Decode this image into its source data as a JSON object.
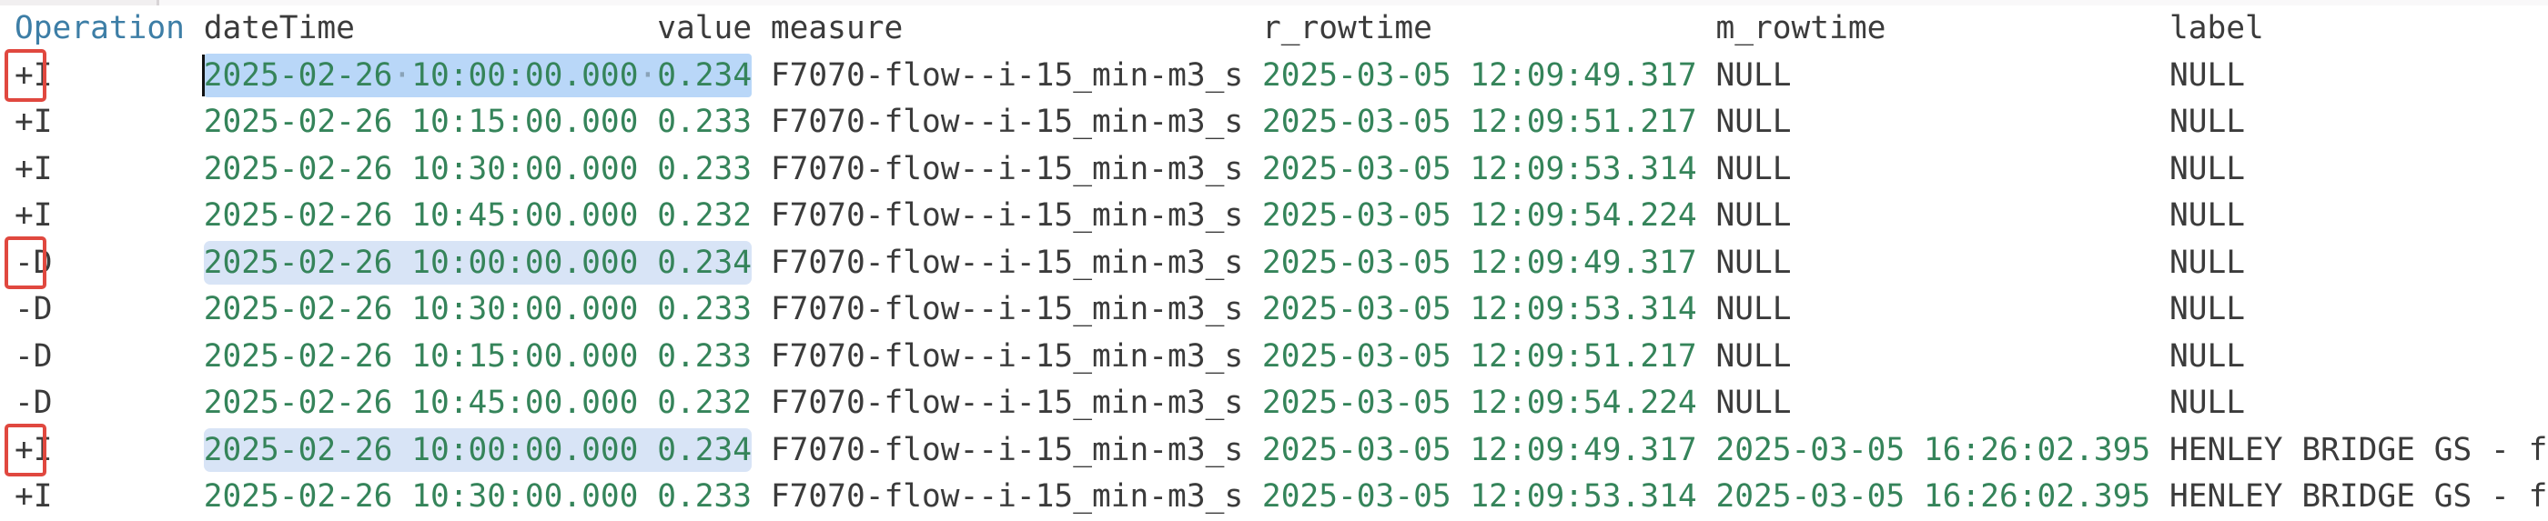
{
  "colors": {
    "accent_header": "#3d7ea6",
    "text": "#3b3b3b",
    "value_green": "#35845a",
    "selection_bg": "#b9d7f8",
    "occurrence_bg": "#d8e4f6",
    "annotation_red": "#e0483f",
    "whitespace_dot": "#8aa3b8"
  },
  "table": {
    "headers": [
      "Operation",
      "dateTime",
      "value",
      "measure",
      "r_rowtime",
      "m_rowtime",
      "label"
    ],
    "rows": [
      {
        "op": "+I",
        "boxed": true,
        "highlight": "selection",
        "dateTime": "2025-02-26 10:00:00.000",
        "value": "0.234",
        "measure": "F7070-flow--i-15_min-m3_s",
        "r_rowtime": "2025-03-05 12:09:49.317",
        "m_rowtime": "NULL",
        "label": "NULL"
      },
      {
        "op": "+I",
        "boxed": false,
        "highlight": "none",
        "dateTime": "2025-02-26 10:15:00.000",
        "value": "0.233",
        "measure": "F7070-flow--i-15_min-m3_s",
        "r_rowtime": "2025-03-05 12:09:51.217",
        "m_rowtime": "NULL",
        "label": "NULL"
      },
      {
        "op": "+I",
        "boxed": false,
        "highlight": "none",
        "dateTime": "2025-02-26 10:30:00.000",
        "value": "0.233",
        "measure": "F7070-flow--i-15_min-m3_s",
        "r_rowtime": "2025-03-05 12:09:53.314",
        "m_rowtime": "NULL",
        "label": "NULL"
      },
      {
        "op": "+I",
        "boxed": false,
        "highlight": "none",
        "dateTime": "2025-02-26 10:45:00.000",
        "value": "0.232",
        "measure": "F7070-flow--i-15_min-m3_s",
        "r_rowtime": "2025-03-05 12:09:54.224",
        "m_rowtime": "NULL",
        "label": "NULL"
      },
      {
        "op": "-D",
        "boxed": true,
        "highlight": "occurrence",
        "dateTime": "2025-02-26 10:00:00.000",
        "value": "0.234",
        "measure": "F7070-flow--i-15_min-m3_s",
        "r_rowtime": "2025-03-05 12:09:49.317",
        "m_rowtime": "NULL",
        "label": "NULL"
      },
      {
        "op": "-D",
        "boxed": false,
        "highlight": "none",
        "dateTime": "2025-02-26 10:30:00.000",
        "value": "0.233",
        "measure": "F7070-flow--i-15_min-m3_s",
        "r_rowtime": "2025-03-05 12:09:53.314",
        "m_rowtime": "NULL",
        "label": "NULL"
      },
      {
        "op": "-D",
        "boxed": false,
        "highlight": "none",
        "dateTime": "2025-02-26 10:15:00.000",
        "value": "0.233",
        "measure": "F7070-flow--i-15_min-m3_s",
        "r_rowtime": "2025-03-05 12:09:51.217",
        "m_rowtime": "NULL",
        "label": "NULL"
      },
      {
        "op": "-D",
        "boxed": false,
        "highlight": "none",
        "dateTime": "2025-02-26 10:45:00.000",
        "value": "0.232",
        "measure": "F7070-flow--i-15_min-m3_s",
        "r_rowtime": "2025-03-05 12:09:54.224",
        "m_rowtime": "NULL",
        "label": "NULL"
      },
      {
        "op": "+I",
        "boxed": true,
        "highlight": "occurrence",
        "dateTime": "2025-02-26 10:00:00.000",
        "value": "0.234",
        "measure": "F7070-flow--i-15_min-m3_s",
        "r_rowtime": "2025-03-05 12:09:49.317",
        "m_rowtime": "2025-03-05 16:26:02.395",
        "label": "HENLEY BRIDGE GS - f"
      },
      {
        "op": "+I",
        "boxed": false,
        "highlight": "none",
        "dateTime": "2025-02-26 10:30:00.000",
        "value": "0.233",
        "measure": "F7070-flow--i-15_min-m3_s",
        "r_rowtime": "2025-03-05 12:09:53.314",
        "m_rowtime": "2025-03-05 16:26:02.395",
        "label": "HENLEY BRIDGE GS - f"
      }
    ]
  }
}
